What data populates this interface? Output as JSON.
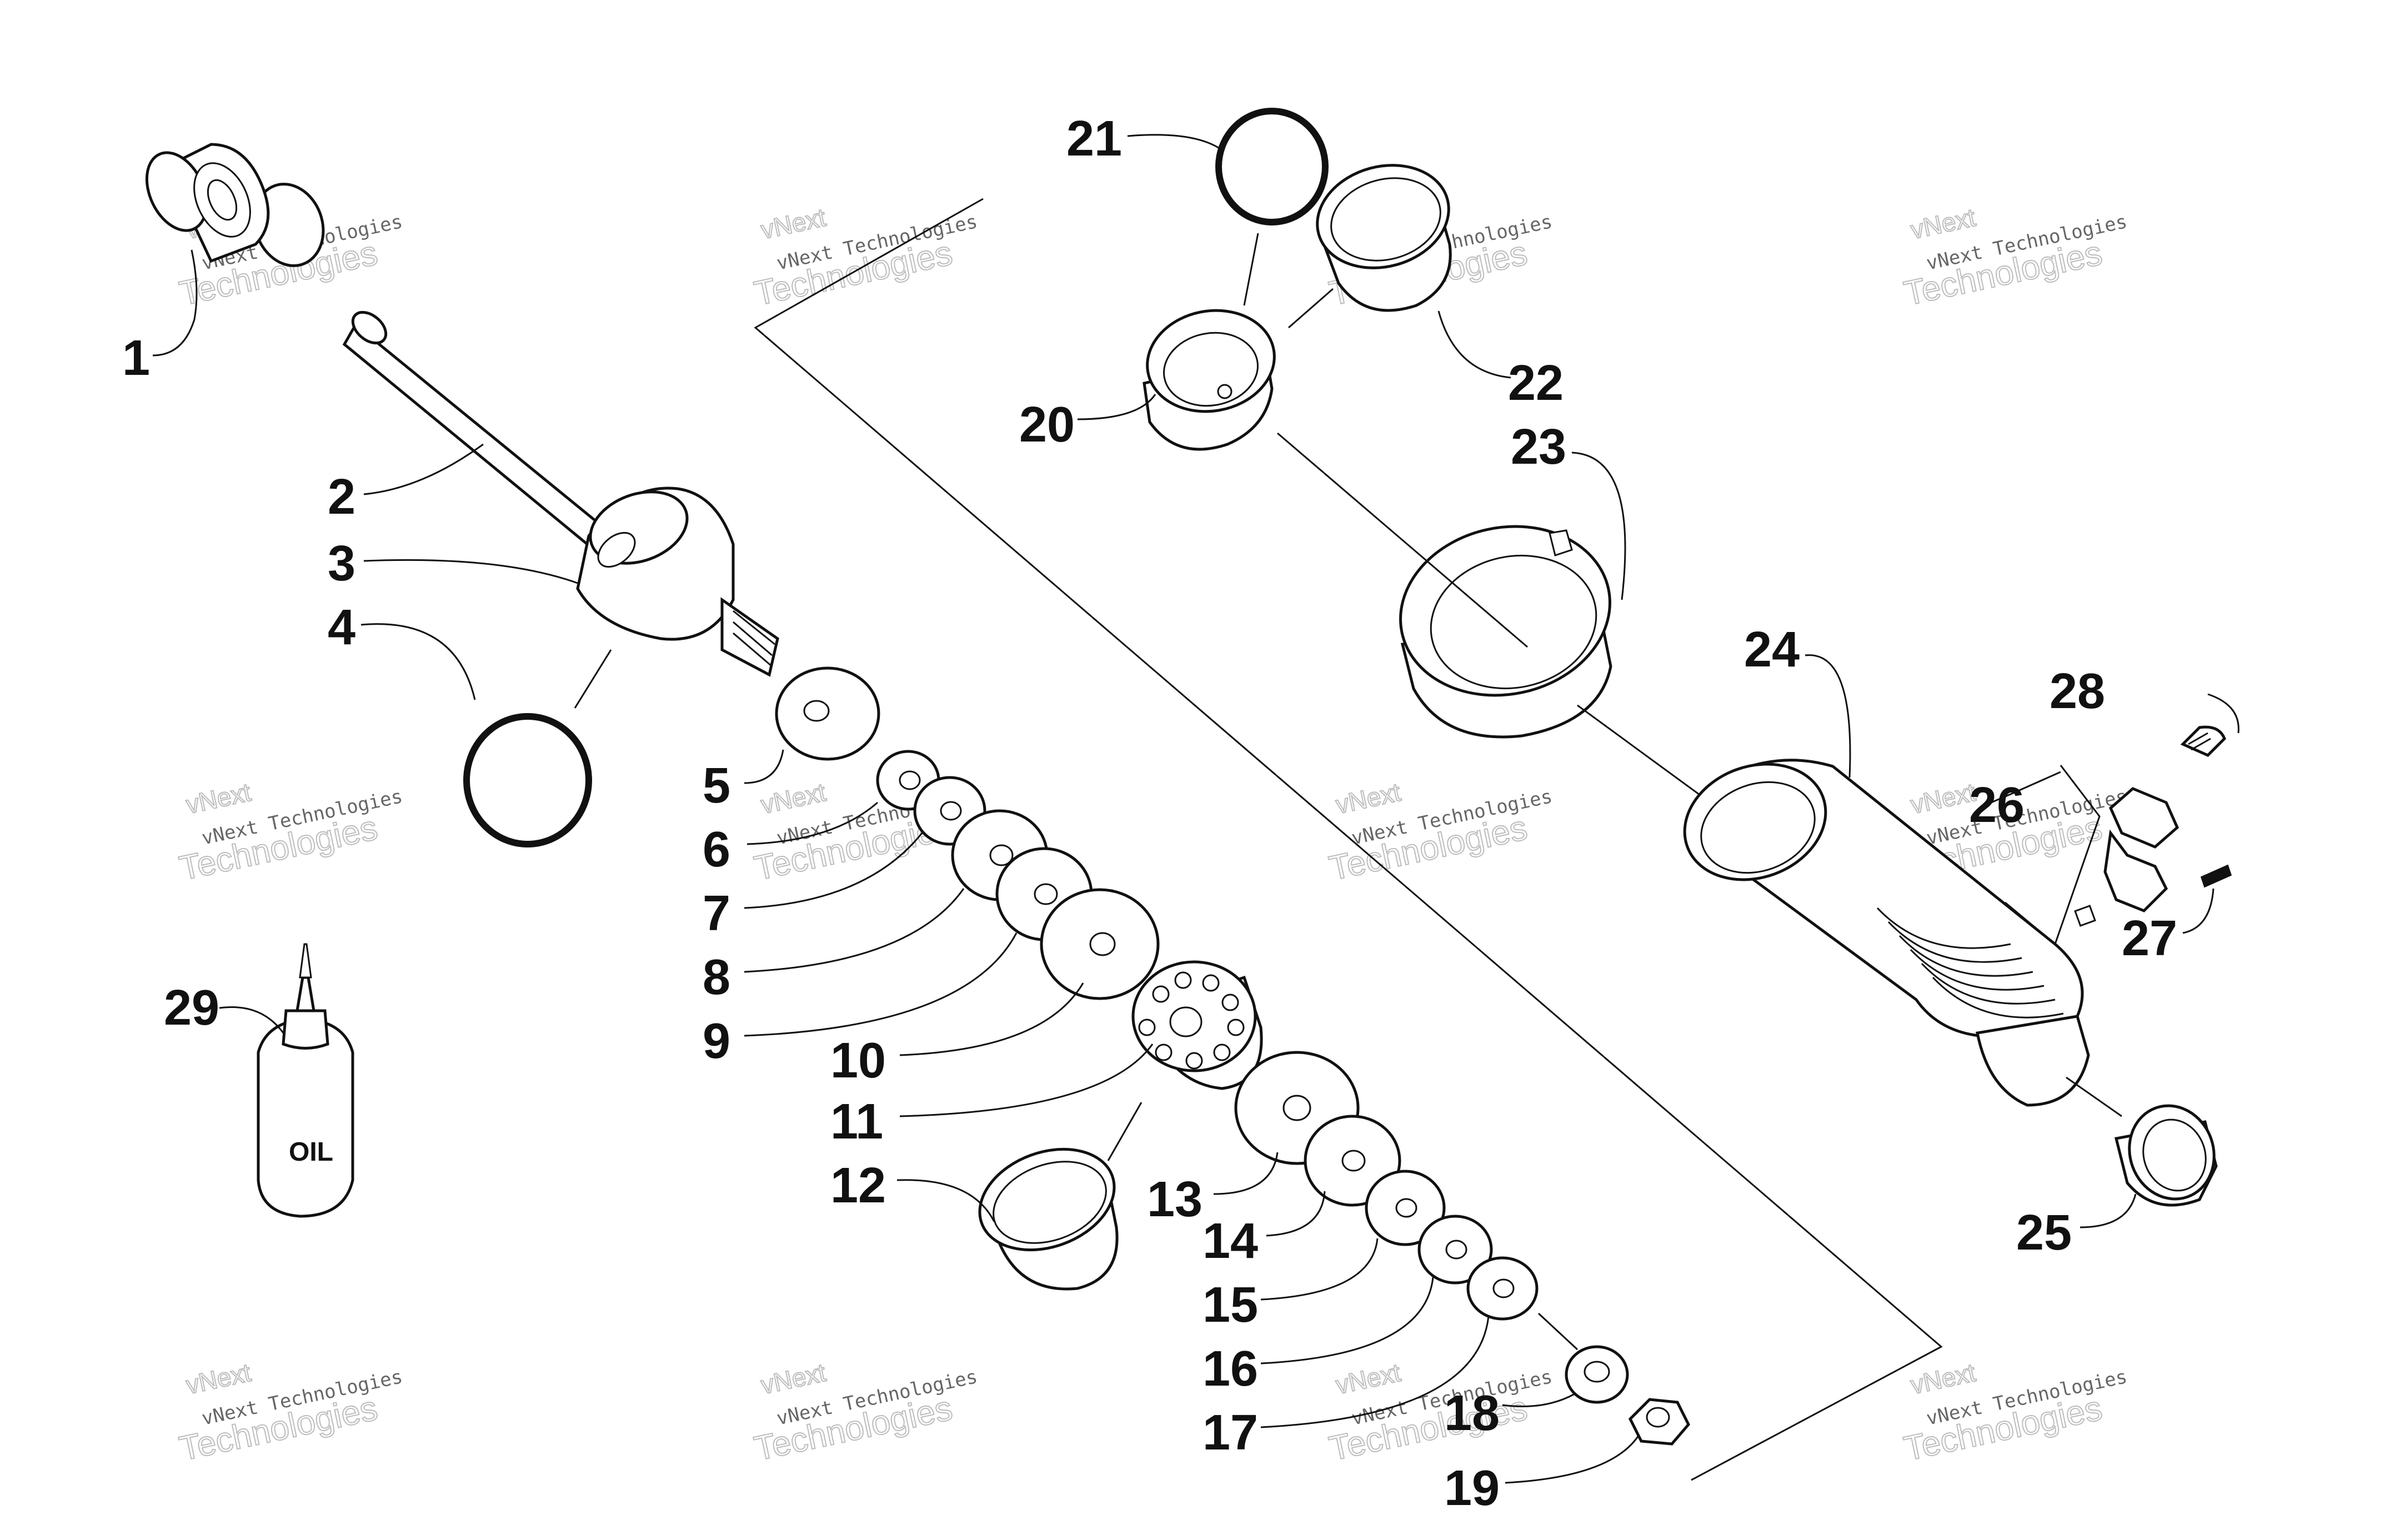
{
  "diagram": {
    "oil_label": "OIL",
    "callouts": [
      "1",
      "2",
      "3",
      "4",
      "5",
      "6",
      "7",
      "8",
      "9",
      "10",
      "11",
      "12",
      "13",
      "14",
      "15",
      "16",
      "17",
      "18",
      "19",
      "20",
      "21",
      "22",
      "23",
      "24",
      "25",
      "26",
      "27",
      "28",
      "29"
    ],
    "watermark": {
      "line1": "vNext Technologies",
      "line2": "vNext",
      "line3": "Technologies"
    }
  }
}
